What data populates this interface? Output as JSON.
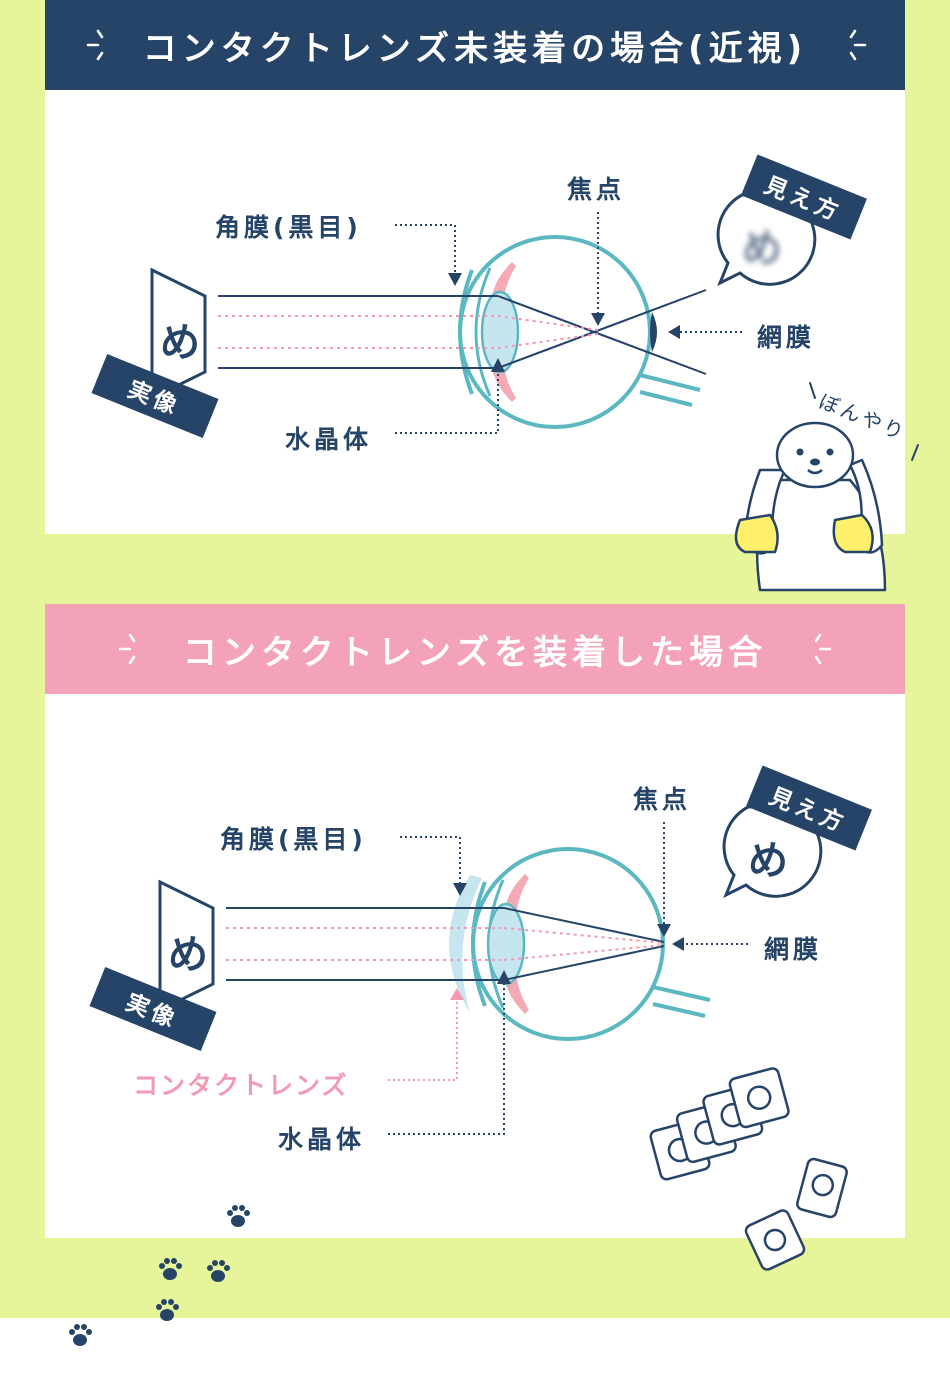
{
  "colors": {
    "navy": "#264468",
    "pink": "#f4a2b8",
    "lime": "#e6f59a",
    "teal": "#5bb8c1",
    "lens_blue": "#c6e6ef",
    "iris_pink": "#f3aab5",
    "dog_yellow": "#fff06b"
  },
  "section1": {
    "title": "コンタクトレンズ未装着の場合(近視)",
    "labels": {
      "cornea": "角膜(黒目)",
      "focus": "焦点",
      "retina": "網膜",
      "lens": "水晶体",
      "object_tag": "実像",
      "object_char": "め",
      "view_tag": "見え方",
      "view_char": "め"
    },
    "note": "ぼんやり"
  },
  "section2": {
    "title": "コンタクトレンズを装着した場合",
    "labels": {
      "cornea": "角膜(黒目)",
      "focus": "焦点",
      "retina": "網膜",
      "contact_lens": "コンタクトレンズ",
      "lens": "水晶体",
      "object_tag": "実像",
      "object_char": "め",
      "view_tag": "見え方",
      "view_char": "め"
    }
  }
}
